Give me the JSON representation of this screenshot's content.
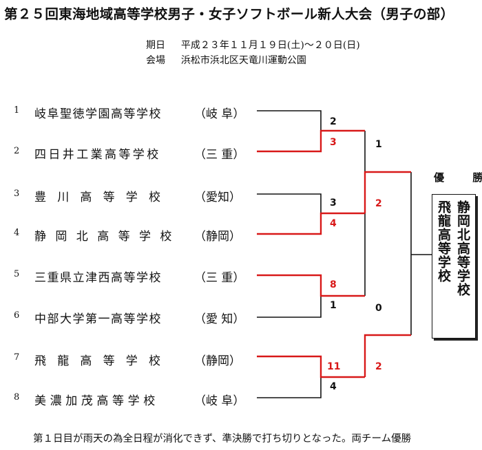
{
  "title": "第２５回東海地域高等学校男子・女子ソフトボール新人大会（男子の部）",
  "info": {
    "date_label": "期日",
    "date_value": "平成２３年１１月１９日(土)～２０日(日)",
    "venue_label": "会場",
    "venue_value": "浜松市浜北区天竜川運動公園"
  },
  "teams": [
    {
      "no": "1",
      "school": "岐阜聖徳学園高等学校",
      "pref": "（岐 阜）"
    },
    {
      "no": "2",
      "school": "四日井工業高等学校",
      "pref": "（三 重）"
    },
    {
      "no": "3",
      "school": "豊　川　高　等　学　校",
      "pref": "（愛知）"
    },
    {
      "no": "4",
      "school": "静　岡　北　高　等　学　校",
      "pref": "（静岡）"
    },
    {
      "no": "5",
      "school": "三重県立津西高等学校",
      "pref": "（三 重）"
    },
    {
      "no": "6",
      "school": "中部大学第一高等学校",
      "pref": "（愛 知）"
    },
    {
      "no": "7",
      "school": "飛　龍　高　等　学　校",
      "pref": "（静岡）"
    },
    {
      "no": "8",
      "school": "美濃加茂高等学校",
      "pref": "（岐 阜）"
    }
  ],
  "scores": {
    "r1_m1_top": "2",
    "r1_m1_bottom": "3",
    "r1_m2_top": "3",
    "r1_m2_bottom": "4",
    "r1_m3_top": "8",
    "r1_m3_bottom": "1",
    "r1_m4_top": "11",
    "r1_m4_bottom": "4",
    "sf1_top": "1",
    "sf1_bottom": "2",
    "sf2_top": "0",
    "sf2_bottom": "2"
  },
  "champion": {
    "label": "優 勝",
    "col_right": "静岡北高等学校",
    "col_left": "飛龍高等学校"
  },
  "footer": "第１日目が雨天の為全日程が消化できず、準決勝で打ち切りとなった。両チーム優勝",
  "colors": {
    "winner_line": "#d81818",
    "line": "#111111"
  }
}
